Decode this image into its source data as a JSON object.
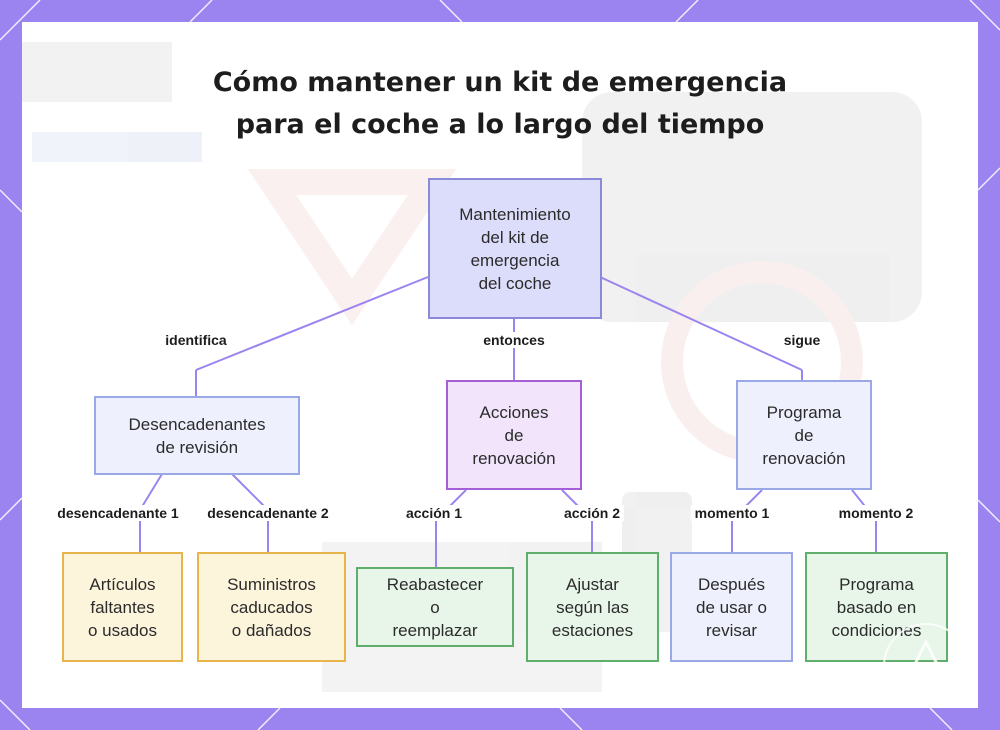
{
  "colors": {
    "frame": "#9c84f0",
    "edge": "#9c84f0",
    "root_fill": "#dcdcfb",
    "blue_fill": "#eef0fd",
    "purple_fill": "#f2e4fb",
    "orange_fill": "#fdf4dc",
    "green_fill": "#e8f6e9"
  },
  "title": {
    "line1": "Cómo mantener un kit de emergencia",
    "line2": "para el coche a lo largo del tiempo"
  },
  "root": {
    "lines": [
      "Mantenimiento",
      "del kit de",
      "emergencia",
      "del coche"
    ]
  },
  "level1": [
    {
      "edge_label": "identifica",
      "lines": [
        "Desencadenantes",
        "de revisión"
      ]
    },
    {
      "edge_label": "entonces",
      "lines": [
        "Acciones",
        "de",
        "renovación"
      ]
    },
    {
      "edge_label": "sigue",
      "lines": [
        "Programa",
        "de",
        "renovación"
      ]
    }
  ],
  "level2": [
    {
      "edge_label": "desencadenante 1",
      "lines": [
        "Artículos",
        "faltantes",
        "o usados"
      ]
    },
    {
      "edge_label": "desencadenante 2",
      "lines": [
        "Suministros",
        "caducados",
        "o dañados"
      ]
    },
    {
      "edge_label": "acción 1",
      "lines": [
        "Reabastecer",
        "o",
        "reemplazar"
      ]
    },
    {
      "edge_label": "acción 2",
      "lines": [
        "Ajustar",
        "según las",
        "estaciones"
      ]
    },
    {
      "edge_label": "momento 1",
      "lines": [
        "Después",
        "de usar o",
        "revisar"
      ]
    },
    {
      "edge_label": "momento 2",
      "lines": [
        "Programa",
        "basado en",
        "condiciones"
      ]
    }
  ]
}
